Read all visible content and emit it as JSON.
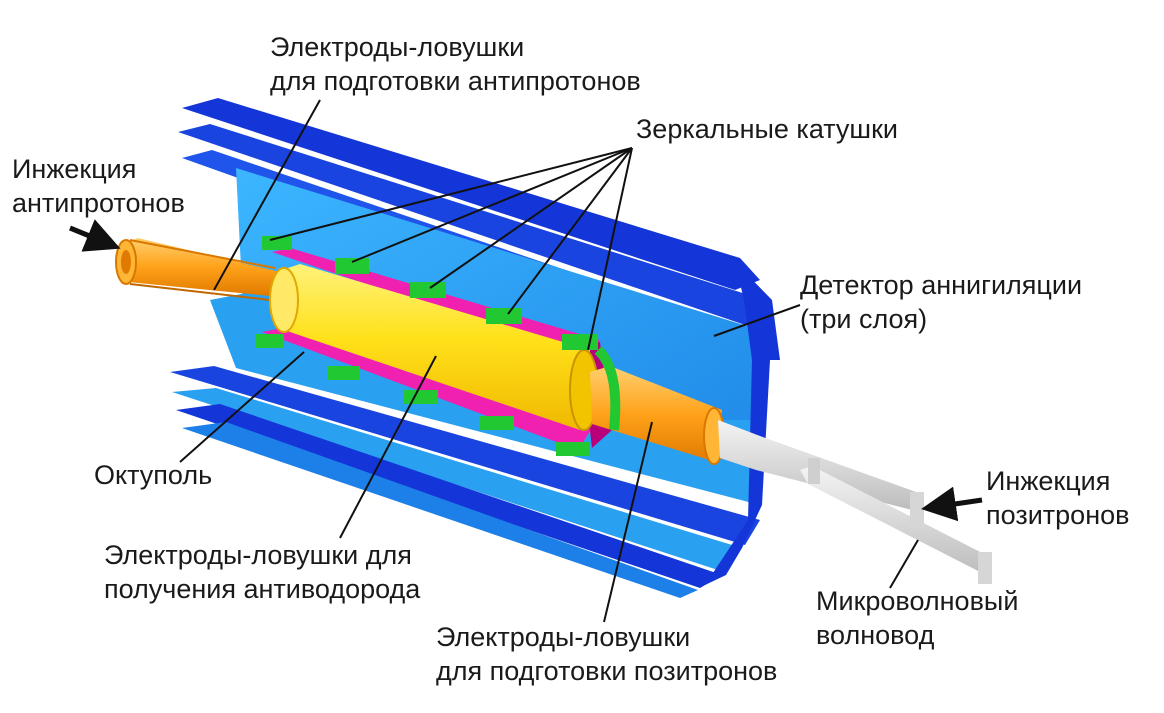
{
  "labels": {
    "antiproton_electrodes": [
      "Электроды-ловушки",
      "для подготовки антипротонов"
    ],
    "mirror_coils": [
      "Зеркальные катушки"
    ],
    "antiproton_injection": [
      "Инжекция",
      "антипротонов"
    ],
    "annihilation_detector": [
      "Детектор аннигиляции",
      "(три слоя)"
    ],
    "octupole": [
      "Октуполь"
    ],
    "antihydrogen_electrodes": [
      "Электроды-ловушки для",
      "получения антиводорода"
    ],
    "positron_injection": [
      "Инжекция",
      "позитронов"
    ],
    "microwave_guide": [
      "Микроволновый",
      "волновод"
    ],
    "positron_electrodes": [
      "Электроды-ловушки",
      "для подготовки позитронов"
    ]
  },
  "colors": {
    "detector_dark": "#1436d8",
    "detector_light": "#2aa0f0",
    "detector_mid": "#1f6fe8",
    "octupole": "#f020b0",
    "coil": "#22c832",
    "electrode_tube": "#ffa21a",
    "antihydrogen_cylinder": "#ffe11a",
    "waveguide": "#dcdcdc",
    "leader_line": "#111111"
  }
}
